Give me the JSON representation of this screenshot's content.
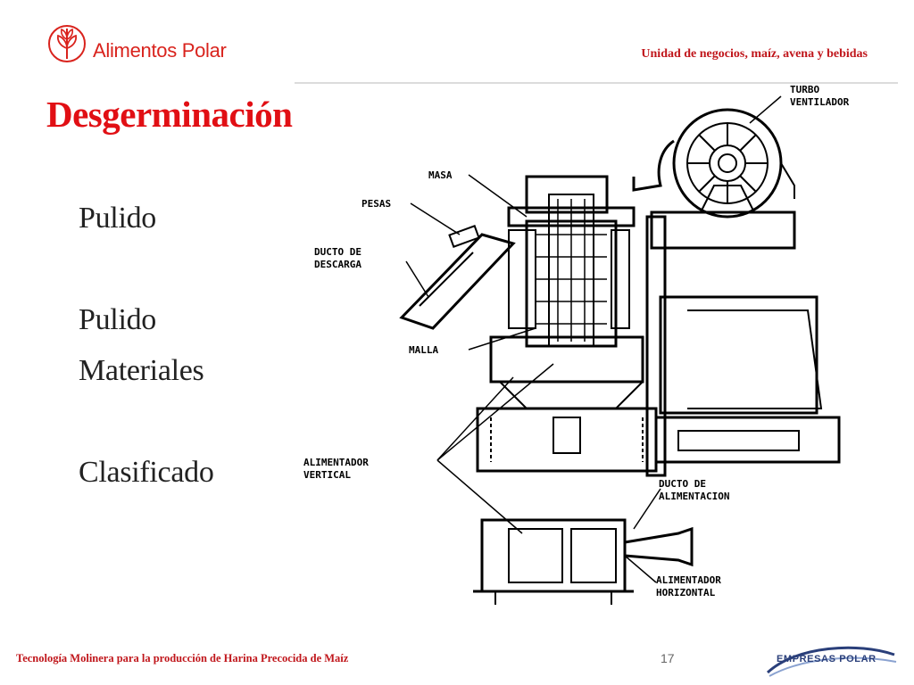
{
  "header": {
    "logo_text": "Alimentos Polar",
    "unit_label": "Unidad de negocios, maíz, avena y bebidas"
  },
  "slide": {
    "title": "Desgerminación",
    "items": [
      "Pulido",
      "Pulido",
      "Materiales",
      "Clasificado"
    ]
  },
  "diagram": {
    "labels": {
      "turbo": "TURBO",
      "ventilador": "VENTILADOR",
      "masa": "MASA",
      "pesas": "PESAS",
      "ducto_de": "DUCTO DE",
      "descarga": "DESCARGA",
      "malla": "MALLA",
      "alimentador_v": "ALIMENTADOR",
      "vertical": "VERTICAL",
      "ducto_de_2": "DUCTO DE",
      "alimentacion": "ALIMENTACION",
      "alimentador_h": "ALIMENTADOR",
      "horizontal": "HORIZONTAL"
    }
  },
  "footer": {
    "course": "Tecnología Molinera para la producción de Harina Precocida de Maíz",
    "page_number": "17",
    "corp_logo_text": "EMPRESAS POLAR"
  },
  "colors": {
    "brand_red": "#e10f14",
    "dark_red": "#c0161b",
    "corp_blue": "#2a3f7a"
  }
}
